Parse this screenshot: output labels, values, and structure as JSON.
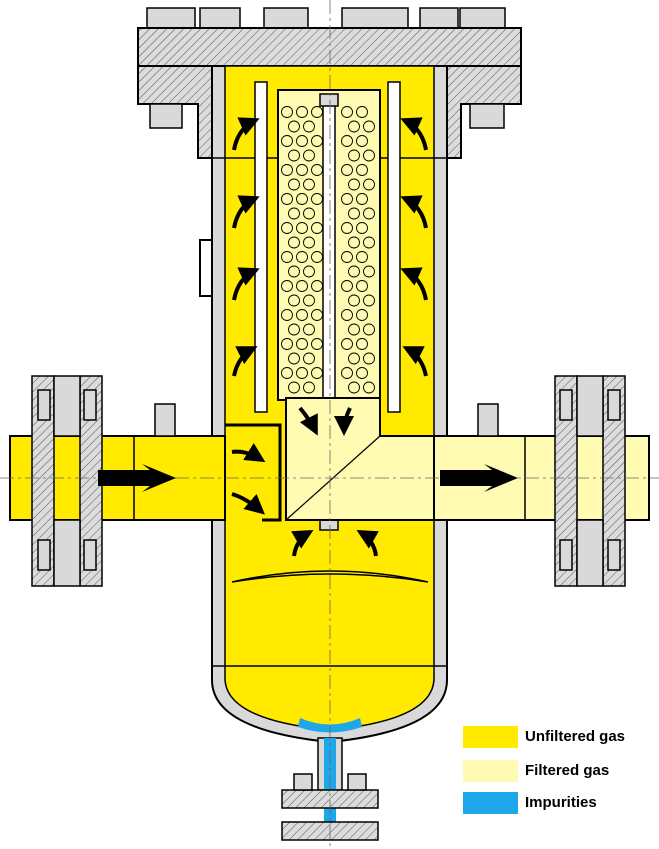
{
  "colors": {
    "unfiltered": "#ffea00",
    "filtered": "#fffbb3",
    "impurities": "#1ea7e8",
    "metal": "#d9d9d9",
    "outline": "#000000"
  },
  "legend": [
    {
      "label": "Unfiltered gas",
      "color": "#ffea00"
    },
    {
      "label": "Filtered gas",
      "color": "#fffbb3"
    },
    {
      "label": "Impurities",
      "color": "#1ea7e8"
    }
  ]
}
